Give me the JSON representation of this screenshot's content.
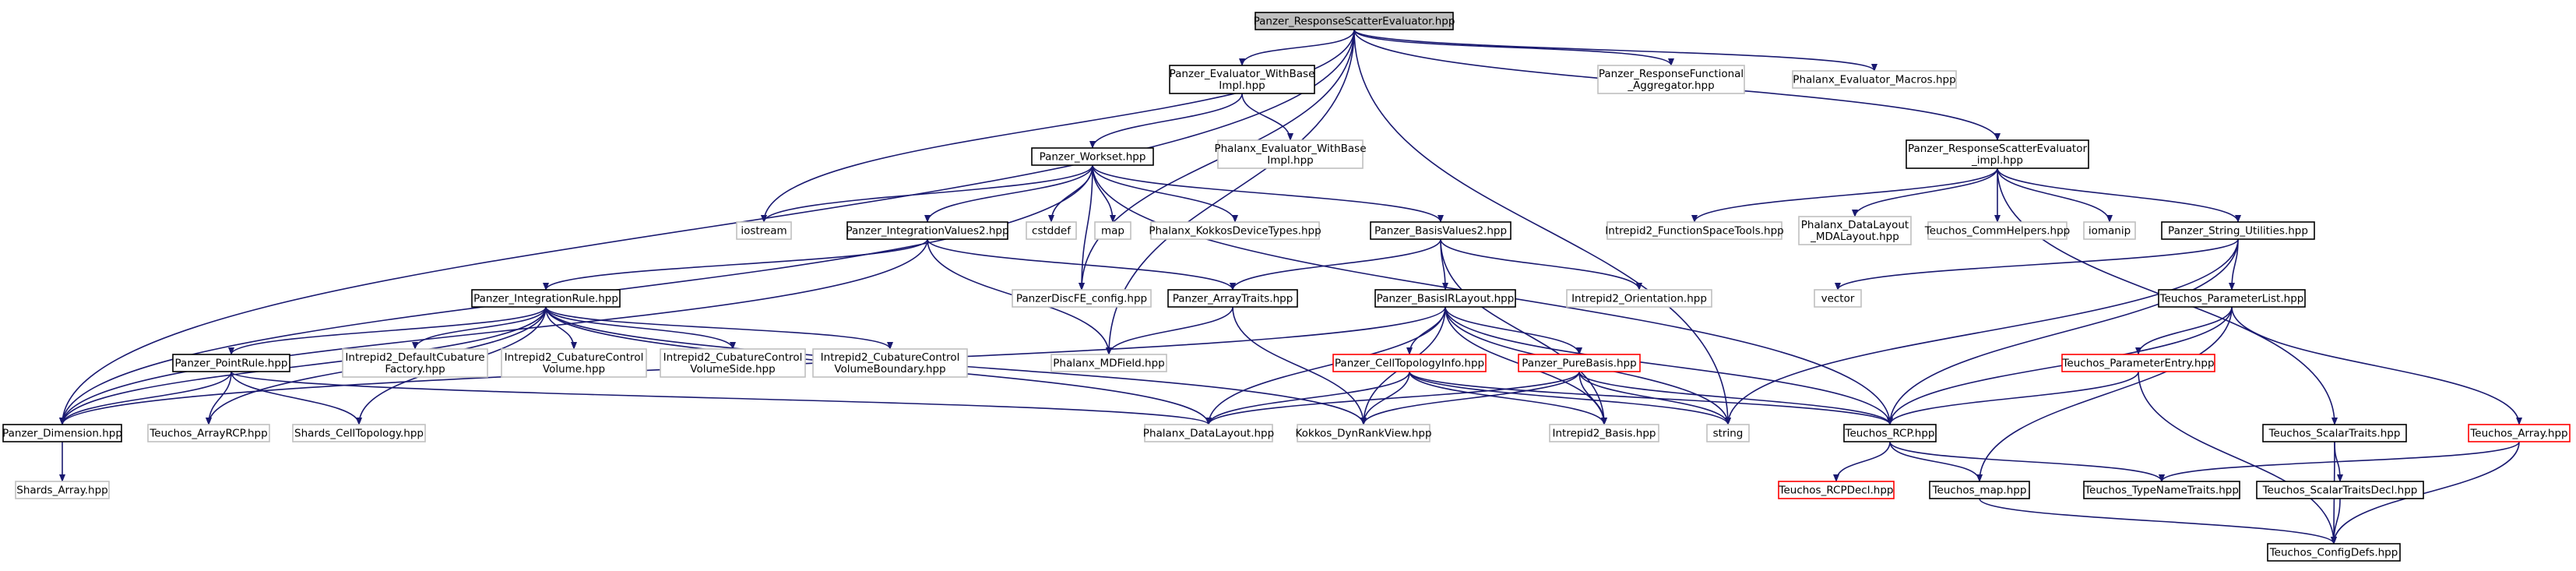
{
  "colors": {
    "edge": "#191970",
    "root_fill": "#bfbfbf",
    "documented_border": "#000000",
    "external_border": "#bfbfbf",
    "missing_border": "#ff0000"
  },
  "nodes": [
    {
      "id": "root",
      "lines": [
        "Panzer_ResponseScatterEvaluator.hpp"
      ],
      "kind": "root"
    },
    {
      "id": "evalwbi",
      "lines": [
        "Panzer_Evaluator_WithBase",
        "Impl.hpp"
      ],
      "kind": "documented"
    },
    {
      "id": "respfuncagg",
      "lines": [
        "Panzer_ResponseFunctional",
        "_Aggregator.hpp"
      ],
      "kind": "external"
    },
    {
      "id": "phxmacros",
      "lines": [
        "Phalanx_Evaluator_Macros.hpp"
      ],
      "kind": "external"
    },
    {
      "id": "phxewbi",
      "lines": [
        "Phalanx_Evaluator_WithBase",
        "Impl.hpp"
      ],
      "kind": "external"
    },
    {
      "id": "workset",
      "lines": [
        "Panzer_Workset.hpp"
      ],
      "kind": "documented"
    },
    {
      "id": "rseimpl",
      "lines": [
        "Panzer_ResponseScatterEvaluator",
        "_impl.hpp"
      ],
      "kind": "documented"
    },
    {
      "id": "iostream",
      "lines": [
        "iostream"
      ],
      "kind": "external"
    },
    {
      "id": "intvals2",
      "lines": [
        "Panzer_IntegrationValues2.hpp"
      ],
      "kind": "documented"
    },
    {
      "id": "cstddef",
      "lines": [
        "cstddef"
      ],
      "kind": "external"
    },
    {
      "id": "map",
      "lines": [
        "map"
      ],
      "kind": "external"
    },
    {
      "id": "kokkosdev",
      "lines": [
        "Phalanx_KokkosDeviceTypes.hpp"
      ],
      "kind": "external"
    },
    {
      "id": "basisvals2",
      "lines": [
        "Panzer_BasisValues2.hpp"
      ],
      "kind": "documented"
    },
    {
      "id": "fstools",
      "lines": [
        "Intrepid2_FunctionSpaceTools.hpp"
      ],
      "kind": "external"
    },
    {
      "id": "mdalayout",
      "lines": [
        "Phalanx_DataLayout",
        "_MDALayout.hpp"
      ],
      "kind": "external"
    },
    {
      "id": "commhelpers",
      "lines": [
        "Teuchos_CommHelpers.hpp"
      ],
      "kind": "external"
    },
    {
      "id": "iomanip",
      "lines": [
        "iomanip"
      ],
      "kind": "external"
    },
    {
      "id": "strutil",
      "lines": [
        "Panzer_String_Utilities.hpp"
      ],
      "kind": "documented"
    },
    {
      "id": "discfe",
      "lines": [
        "PanzerDiscFE_config.hpp"
      ],
      "kind": "external"
    },
    {
      "id": "arraytraits",
      "lines": [
        "Panzer_ArrayTraits.hpp"
      ],
      "kind": "documented"
    },
    {
      "id": "basisirl",
      "lines": [
        "Panzer_BasisIRLayout.hpp"
      ],
      "kind": "documented"
    },
    {
      "id": "orientation",
      "lines": [
        "Intrepid2_Orientation.hpp"
      ],
      "kind": "external"
    },
    {
      "id": "vector",
      "lines": [
        "vector"
      ],
      "kind": "external"
    },
    {
      "id": "paramlist",
      "lines": [
        "Teuchos_ParameterList.hpp"
      ],
      "kind": "documented"
    },
    {
      "id": "intrule",
      "lines": [
        "Panzer_IntegrationRule.hpp"
      ],
      "kind": "documented"
    },
    {
      "id": "defcub",
      "lines": [
        "Intrepid2_DefaultCubature",
        "Factory.hpp"
      ],
      "kind": "external"
    },
    {
      "id": "cubvol",
      "lines": [
        "Intrepid2_CubatureControl",
        "Volume.hpp"
      ],
      "kind": "external"
    },
    {
      "id": "cubvolside",
      "lines": [
        "Intrepid2_CubatureControl",
        "VolumeSide.hpp"
      ],
      "kind": "external"
    },
    {
      "id": "cubvolbnd",
      "lines": [
        "Intrepid2_CubatureControl",
        "VolumeBoundary.hpp"
      ],
      "kind": "external"
    },
    {
      "id": "mdfield",
      "lines": [
        "Phalanx_MDField.hpp"
      ],
      "kind": "external"
    },
    {
      "id": "celltopo",
      "lines": [
        "Panzer_CellTopologyInfo.hpp"
      ],
      "kind": "missing"
    },
    {
      "id": "purebasis",
      "lines": [
        "Panzer_PureBasis.hpp"
      ],
      "kind": "missing"
    },
    {
      "id": "paramentry",
      "lines": [
        "Teuchos_ParameterEntry.hpp"
      ],
      "kind": "missing"
    },
    {
      "id": "pointrule",
      "lines": [
        "Panzer_PointRule.hpp"
      ],
      "kind": "documented"
    },
    {
      "id": "dimension",
      "lines": [
        "Panzer_Dimension.hpp"
      ],
      "kind": "documented"
    },
    {
      "id": "arrayrcp",
      "lines": [
        "Teuchos_ArrayRCP.hpp"
      ],
      "kind": "external"
    },
    {
      "id": "shardstopo",
      "lines": [
        "Shards_CellTopology.hpp"
      ],
      "kind": "external"
    },
    {
      "id": "datalayout",
      "lines": [
        "Phalanx_DataLayout.hpp"
      ],
      "kind": "external"
    },
    {
      "id": "dynrank",
      "lines": [
        "Kokkos_DynRankView.hpp"
      ],
      "kind": "external"
    },
    {
      "id": "intbasis",
      "lines": [
        "Intrepid2_Basis.hpp"
      ],
      "kind": "external"
    },
    {
      "id": "string",
      "lines": [
        "string"
      ],
      "kind": "external"
    },
    {
      "id": "rcp",
      "lines": [
        "Teuchos_RCP.hpp"
      ],
      "kind": "documented"
    },
    {
      "id": "scalartraits",
      "lines": [
        "Teuchos_ScalarTraits.hpp"
      ],
      "kind": "documented"
    },
    {
      "id": "tarray",
      "lines": [
        "Teuchos_Array.hpp"
      ],
      "kind": "missing"
    },
    {
      "id": "shardsarray",
      "lines": [
        "Shards_Array.hpp"
      ],
      "kind": "external"
    },
    {
      "id": "rcpdecl",
      "lines": [
        "Teuchos_RCPDecl.hpp"
      ],
      "kind": "missing"
    },
    {
      "id": "tmap",
      "lines": [
        "Teuchos_map.hpp"
      ],
      "kind": "documented"
    },
    {
      "id": "typename",
      "lines": [
        "Teuchos_TypeNameTraits.hpp"
      ],
      "kind": "documented"
    },
    {
      "id": "stdecl",
      "lines": [
        "Teuchos_ScalarTraitsDecl.hpp"
      ],
      "kind": "documented"
    },
    {
      "id": "configdefs",
      "lines": [
        "Teuchos_ConfigDefs.hpp"
      ],
      "kind": "documented"
    }
  ],
  "edges": [
    [
      "root",
      "evalwbi"
    ],
    [
      "root",
      "respfuncagg"
    ],
    [
      "root",
      "phxmacros"
    ],
    [
      "root",
      "rseimpl"
    ],
    [
      "root",
      "iostream"
    ],
    [
      "root",
      "discfe"
    ],
    [
      "root",
      "mdfield"
    ],
    [
      "root",
      "dimension"
    ],
    [
      "root",
      "string"
    ],
    [
      "evalwbi",
      "workset"
    ],
    [
      "evalwbi",
      "phxewbi"
    ],
    [
      "workset",
      "iostream"
    ],
    [
      "workset",
      "intvals2"
    ],
    [
      "workset",
      "cstddef"
    ],
    [
      "workset",
      "map"
    ],
    [
      "workset",
      "kokkosdev"
    ],
    [
      "workset",
      "basisvals2"
    ],
    [
      "workset",
      "discfe"
    ],
    [
      "workset",
      "dimension"
    ],
    [
      "workset",
      "rcp"
    ],
    [
      "intvals2",
      "intrule"
    ],
    [
      "intvals2",
      "arraytraits"
    ],
    [
      "intvals2",
      "mdfield"
    ],
    [
      "intvals2",
      "dimension"
    ],
    [
      "basisvals2",
      "arraytraits"
    ],
    [
      "basisvals2",
      "basisirl"
    ],
    [
      "basisvals2",
      "orientation"
    ],
    [
      "basisvals2",
      "intbasis"
    ],
    [
      "rseimpl",
      "fstools"
    ],
    [
      "rseimpl",
      "mdalayout"
    ],
    [
      "rseimpl",
      "commhelpers"
    ],
    [
      "rseimpl",
      "iomanip"
    ],
    [
      "rseimpl",
      "strutil"
    ],
    [
      "rseimpl",
      "scalartraits"
    ],
    [
      "strutil",
      "vector"
    ],
    [
      "strutil",
      "paramlist"
    ],
    [
      "strutil",
      "string"
    ],
    [
      "strutil",
      "rcp"
    ],
    [
      "paramlist",
      "paramentry"
    ],
    [
      "paramlist",
      "rcp"
    ],
    [
      "paramlist",
      "tarray"
    ],
    [
      "paramlist",
      "tmap"
    ],
    [
      "paramentry",
      "rcp"
    ],
    [
      "paramentry",
      "configdefs"
    ],
    [
      "arraytraits",
      "mdfield"
    ],
    [
      "arraytraits",
      "dynrank"
    ],
    [
      "basisirl",
      "celltopo"
    ],
    [
      "basisirl",
      "purebasis"
    ],
    [
      "basisirl",
      "dimension"
    ],
    [
      "basisirl",
      "datalayout"
    ],
    [
      "basisirl",
      "dynrank"
    ],
    [
      "basisirl",
      "intbasis"
    ],
    [
      "basisirl",
      "string"
    ],
    [
      "basisirl",
      "rcp"
    ],
    [
      "intrule",
      "pointrule"
    ],
    [
      "intrule",
      "defcub"
    ],
    [
      "intrule",
      "cubvol"
    ],
    [
      "intrule",
      "cubvolside"
    ],
    [
      "intrule",
      "cubvolbnd"
    ],
    [
      "intrule",
      "dimension"
    ],
    [
      "intrule",
      "arrayrcp"
    ],
    [
      "intrule",
      "shardstopo"
    ],
    [
      "intrule",
      "datalayout"
    ],
    [
      "intrule",
      "dynrank"
    ],
    [
      "pointrule",
      "dimension"
    ],
    [
      "pointrule",
      "arrayrcp"
    ],
    [
      "pointrule",
      "shardstopo"
    ],
    [
      "pointrule",
      "datalayout"
    ],
    [
      "celltopo",
      "datalayout"
    ],
    [
      "celltopo",
      "dynrank"
    ],
    [
      "celltopo",
      "intbasis"
    ],
    [
      "celltopo",
      "string"
    ],
    [
      "celltopo",
      "rcp"
    ],
    [
      "purebasis",
      "datalayout"
    ],
    [
      "purebasis",
      "dynrank"
    ],
    [
      "purebasis",
      "intbasis"
    ],
    [
      "purebasis",
      "string"
    ],
    [
      "purebasis",
      "rcp"
    ],
    [
      "dimension",
      "shardsarray"
    ],
    [
      "rcp",
      "rcpdecl"
    ],
    [
      "rcp",
      "tmap"
    ],
    [
      "rcp",
      "typename"
    ],
    [
      "scalartraits",
      "stdecl"
    ],
    [
      "scalartraits",
      "configdefs"
    ],
    [
      "tarray",
      "typename"
    ],
    [
      "tarray",
      "configdefs"
    ],
    [
      "tmap",
      "configdefs"
    ],
    [
      "stdecl",
      "configdefs"
    ]
  ]
}
